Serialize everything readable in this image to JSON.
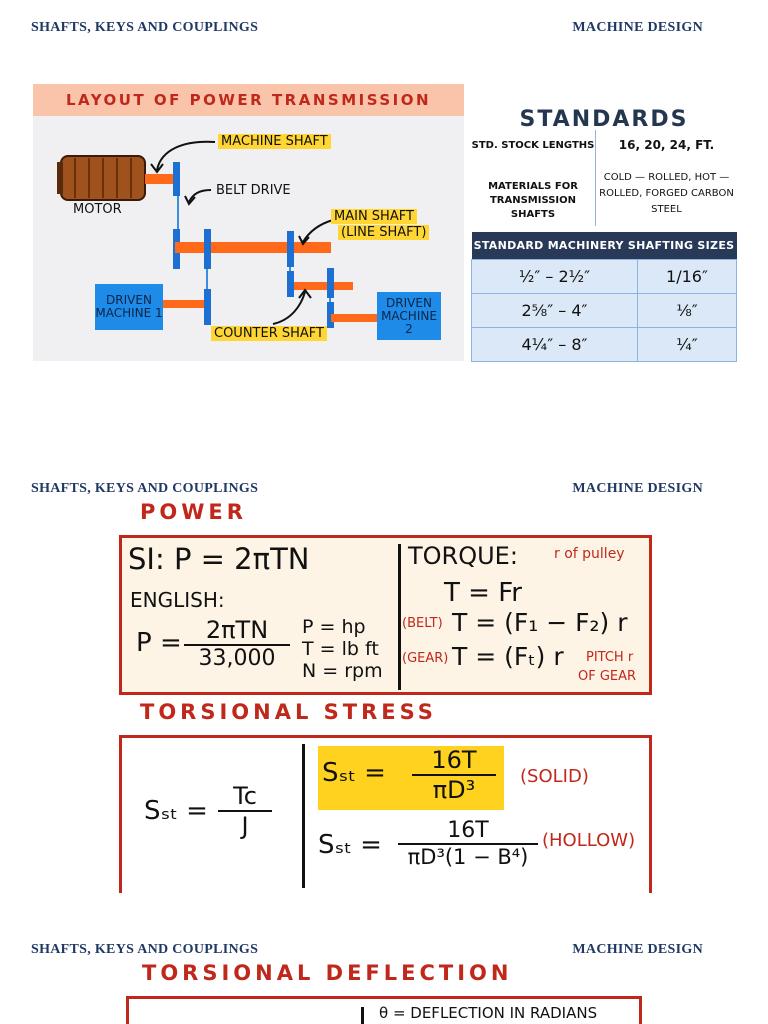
{
  "header": {
    "left": "SHAFTS, KEYS AND COUPLINGS",
    "right": "MACHINE DESIGN"
  },
  "layout_figure": {
    "title": "LAYOUT OF POWER TRANSMISSION",
    "labels": {
      "machine_shaft": "MACHINE SHAFT",
      "motor": "MOTOR",
      "belt_drive": "BELT DRIVE",
      "main_shaft": "MAIN SHAFT",
      "line_shaft": "(LINE SHAFT)",
      "driven_machine_1_a": "DRIVEN",
      "driven_machine_1_b": "MACHINE 1",
      "driven_machine_2_a": "DRIVEN",
      "driven_machine_2_b": "MACHINE",
      "driven_machine_2_c": "2",
      "counter_shaft": "COUNTER SHAFT"
    },
    "colors": {
      "shaft": "#ff6a1a",
      "pulley": "#1d6fd1",
      "machine": "#1f8be8",
      "highlight": "#ffd633"
    }
  },
  "standards": {
    "title": "STANDARDS",
    "stock_lengths_label": "STD. STOCK LENGTHS",
    "stock_lengths_value": "16, 20, 24, FT.",
    "materials_label_1": "MATERIALS FOR",
    "materials_label_2": "TRANSMISSION SHAFTS",
    "materials_value_1": "COLD — ROLLED, HOT —",
    "materials_value_2": "ROLLED, FORGED CARBON",
    "materials_value_3": "STEEL",
    "table_title": "STANDARD MACHINERY SHAFTING SIZES",
    "rows": [
      {
        "range": "½″ – 2½″",
        "step": "1/16″"
      },
      {
        "range": "2⅝″ – 4″",
        "step": "⅛″"
      },
      {
        "range": "4¼″ – 8″",
        "step": "¼″"
      }
    ]
  },
  "power": {
    "heading": "POWER",
    "si": "SI:  P = 2πTN",
    "english": "ENGLISH:",
    "eng_p": "P =",
    "eng_num": "2πTN",
    "eng_den": "33,000",
    "units_1": "P = hp",
    "units_2": "T = lb ft",
    "units_3": "N = rpm",
    "torque": "TORQUE:",
    "torque_note": "r of pulley",
    "t_eq": "T = Fr",
    "belt_tag": "(BELT)",
    "belt_eq": "T = (F₁ − F₂) r",
    "gear_tag": "(GEAR)",
    "gear_eq": "T = (Fₜ) r",
    "pitch_note_1": "PITCH r",
    "pitch_note_2": "OF GEAR"
  },
  "torsional_stress": {
    "heading": "TORSIONAL STRESS",
    "lhs": "Sₛₜ =",
    "lhs_num": "Tc",
    "lhs_den": "J",
    "solid_lhs": "Sₛₜ =",
    "solid_num": "16T",
    "solid_den": "πD³",
    "solid_tag": "(SOLID)",
    "hollow_lhs": "Sₛₜ =",
    "hollow_num": "16T",
    "hollow_den": "πD³(1 − B⁴)",
    "hollow_tag": "(HOLLOW)"
  },
  "torsional_deflection": {
    "heading": "TORSIONAL DEFLECTION",
    "theta_def": "θ = DEFLECTION IN RADIANS"
  }
}
